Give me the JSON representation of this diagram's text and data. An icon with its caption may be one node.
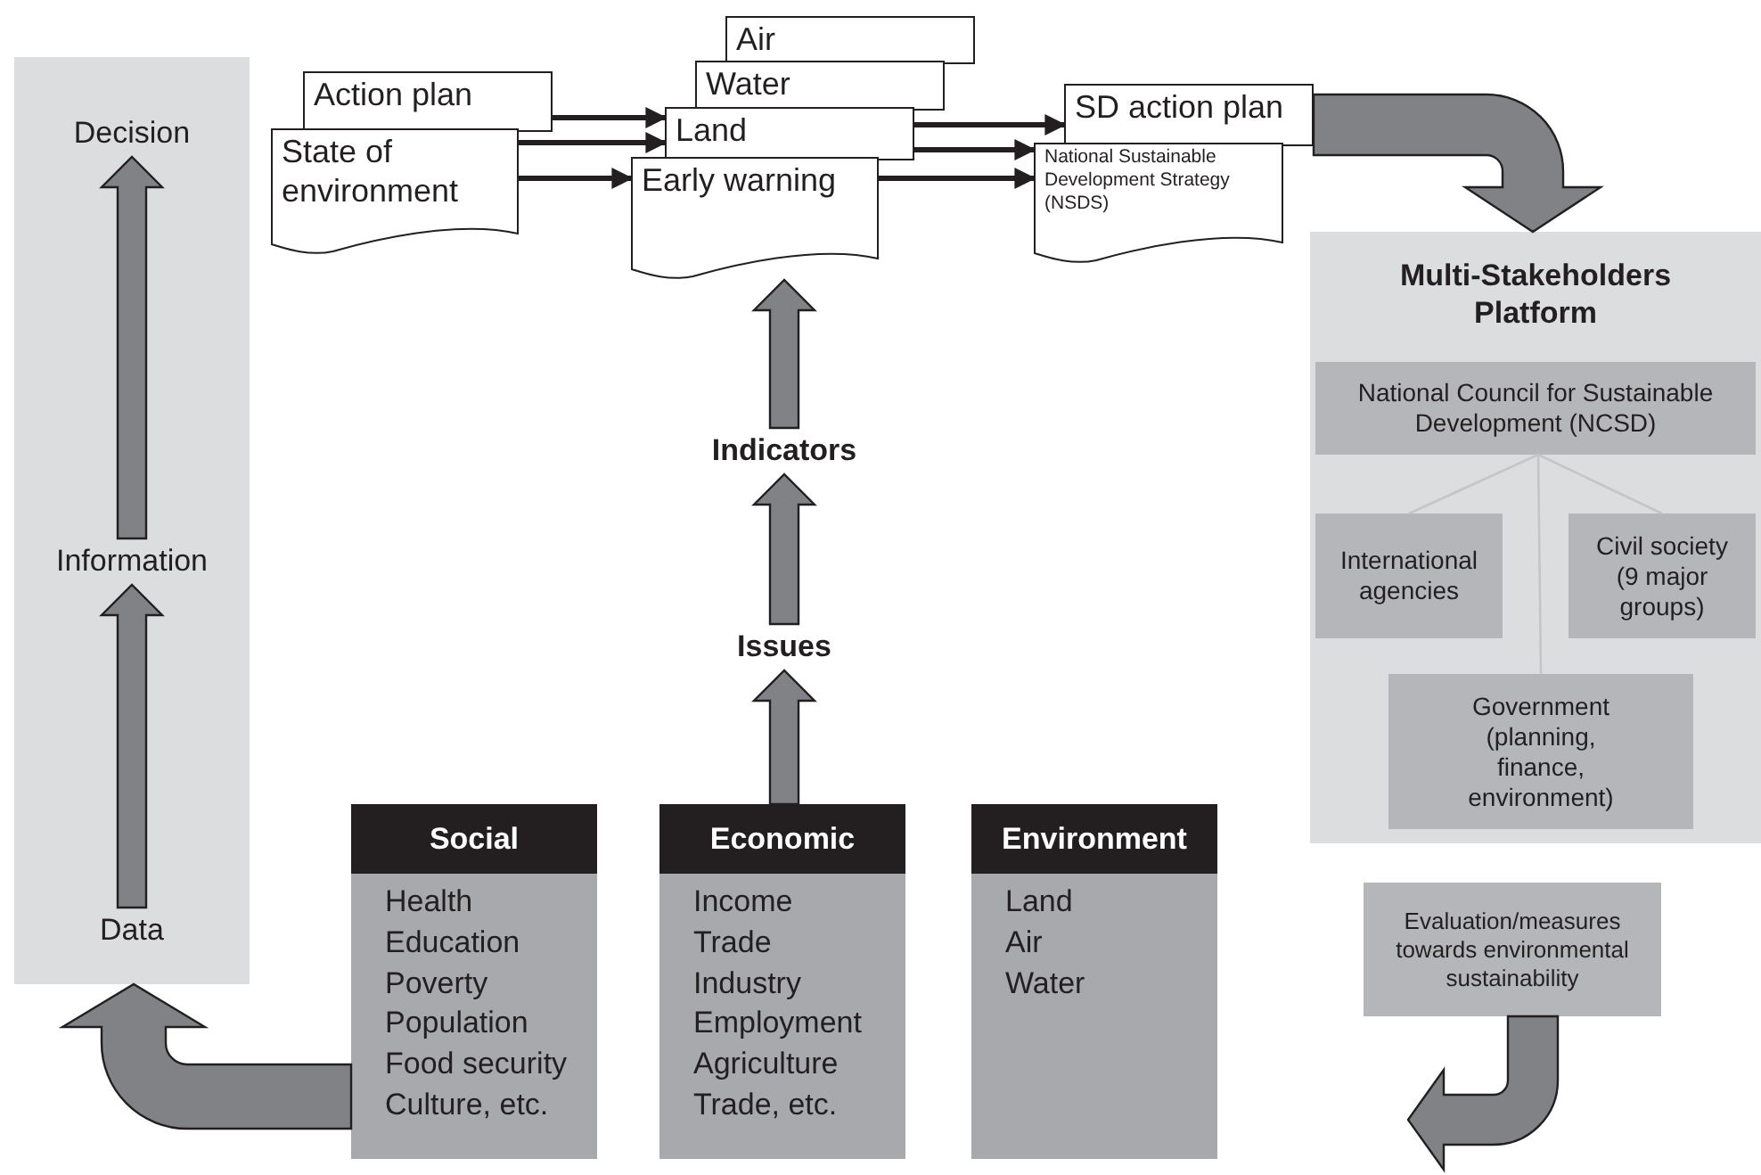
{
  "diagram": {
    "nodes": [
      {
        "text": [],
        "shape": "box"
      },
      {
        "text": [
          "Decision"
        ],
        "in": 0
      },
      {
        "text": [
          "Information"
        ],
        "in": 0
      },
      {
        "text": [
          "Data"
        ],
        "in": 0
      },
      {
        "text": [
          "Action plan"
        ]
      },
      {
        "text": [
          "State of environment"
        ]
      },
      {
        "text": [
          "Air"
        ]
      },
      {
        "text": [
          "Water"
        ]
      },
      {
        "text": [
          "Land"
        ]
      },
      {
        "text": [
          "Early warning"
        ]
      },
      {
        "text": [
          "SD action plan"
        ]
      },
      {
        "text": [
          "National Sustainable Development Strategy (NSDS)"
        ]
      },
      {
        "text": [
          "Indicators"
        ]
      },
      {
        "text": [
          "Issues"
        ]
      },
      {
        "text": [
          "Social",
          "Health",
          "Education",
          "Poverty",
          "Population",
          "Food security",
          "Culture, etc."
        ]
      },
      {
        "text": [
          "Economic",
          "Income",
          "Trade",
          "Industry",
          "Employment",
          "Agriculture",
          "Trade, etc."
        ]
      },
      {
        "text": [
          "Environment",
          "Land",
          "Air",
          "Water"
        ]
      },
      {
        "text": [
          "Multi-Stakeholders Platform"
        ]
      },
      {
        "text": [
          "National Council for Sustainable Development (NCSD)"
        ],
        "in": 17
      },
      {
        "text": [
          "International agencies"
        ],
        "in": 17
      },
      {
        "text": [
          "Civil society (9 major groups)"
        ],
        "in": 17
      },
      {
        "text": [
          "Government (planning, finance, environment)"
        ],
        "in": 17
      },
      {
        "text": [
          "Evaluation/measures towards environmental sustainability"
        ]
      }
    ],
    "edges": [
      {
        "from": 3,
        "to": 2,
        "arrow": "to",
        "style": "thick"
      },
      {
        "from": 2,
        "to": 1,
        "arrow": "to",
        "style": "thick"
      },
      {
        "from": 4,
        "to": 8,
        "arrow": "to"
      },
      {
        "from": 5,
        "to": 8,
        "arrow": "to"
      },
      {
        "from": 5,
        "to": 9,
        "arrow": "to"
      },
      {
        "from": 8,
        "to": 10,
        "arrow": "to"
      },
      {
        "from": 8,
        "to": 11,
        "arrow": "to"
      },
      {
        "from": 9,
        "to": 11,
        "arrow": "to"
      },
      {
        "from": 12,
        "to": 9,
        "arrow": "to",
        "style": "thick"
      },
      {
        "from": 13,
        "to": 12,
        "arrow": "to",
        "style": "thick"
      },
      {
        "from": 15,
        "to": 13,
        "arrow": "to",
        "style": "thick"
      },
      {
        "from": 10,
        "to": 17,
        "arrow": "to",
        "style": "thick"
      },
      {
        "from": 18,
        "to": 19,
        "arrow": "none",
        "color": "#c4c5c7"
      },
      {
        "from": 18,
        "to": 20,
        "arrow": "none",
        "color": "#c4c5c7"
      },
      {
        "from": 18,
        "to": 21,
        "arrow": "none",
        "color": "#c4c5c7"
      },
      {
        "from": 22,
        "to": null,
        "arrow": "to",
        "style": "thick"
      },
      {
        "from": 14,
        "to": 0,
        "arrow": "to",
        "style": "thick"
      }
    ]
  }
}
